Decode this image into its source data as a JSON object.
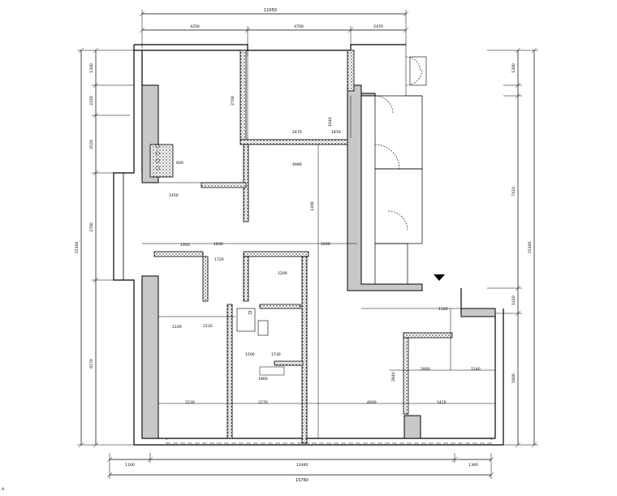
{
  "dimensions": {
    "top_overall": "11050",
    "top_seg1": "4250",
    "top_seg2": "4700",
    "top_seg3": "2470",
    "bottom_overall": "15760",
    "bottom_seg1": "1160",
    "bottom_seg2": "12460",
    "bottom_seg3": "1340",
    "left_overall": "15300",
    "left_seg1": "1300",
    "left_seg2": "2220",
    "left_seg3": "3520",
    "left_seg4": "3700",
    "left_seg5": "6570",
    "right_overall": "15300",
    "right_seg1": "1300",
    "right_seg2": "7410",
    "right_seg3": "5600",
    "right_seg4": "1410",
    "interior_1": "1950",
    "interior_2": "2600",
    "interior_3": "2100",
    "interior_4": "2230",
    "interior_5": "2270",
    "interior_6": "4000",
    "interior_7": "1420",
    "interior_8": "1300",
    "interior_9": "2900",
    "interior_10": "1240",
    "interior_11": "2470",
    "interior_12": "1210",
    "interior_13": "4990",
    "interior_14": "1730",
    "interior_15": "1320",
    "interior_16": "1500",
    "interior_17": "1830",
    "interior_18": "1040",
    "interior_19": "1450",
    "interior_20": "600",
    "interior_21": "2700",
    "interior_22": "1860",
    "interior_23": "2840",
    "interior_24": "1200",
    "interior_25": "1720",
    "interior_26": "1810"
  },
  "corner_mark": "A"
}
